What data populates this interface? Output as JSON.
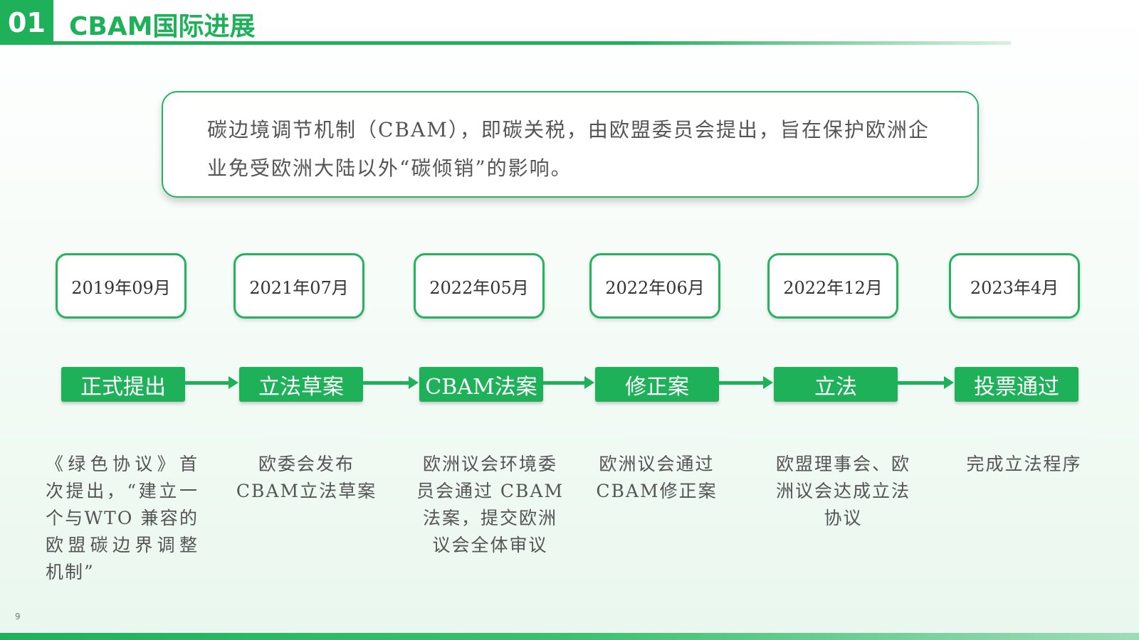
{
  "header": {
    "number": "01",
    "title": "CBAM国际进展"
  },
  "intro": {
    "text": "碳边境调节机制（CBAM），即碳关税，由欧盟委员会提出，旨在保护欧洲企业免受欧洲大陆以外“碳倾销”的影响。"
  },
  "timeline": [
    {
      "date": "2019年09月",
      "stage": "正式提出",
      "desc": "《绿色协议》首次提出，“建立一个与WTO 兼容的欧盟碳边界调整机制”"
    },
    {
      "date": "2021年07月",
      "stage": "立法草案",
      "desc": "欧委会发布CBAM立法草案"
    },
    {
      "date": "2022年05月",
      "stage": "CBAM法案",
      "desc": "欧洲议会环境委员会通过 CBAM法案，提交欧洲议会全体审议"
    },
    {
      "date": "2022年06月",
      "stage": "修正案",
      "desc": "欧洲议会通过CBAM修正案"
    },
    {
      "date": "2022年12月",
      "stage": "立法",
      "desc": "欧盟理事会、欧洲议会达成立法协议"
    },
    {
      "date": "2023年4月",
      "stage": "投票通过",
      "desc": "完成立法程序"
    }
  ],
  "footer": {
    "page_number": "9"
  },
  "colors": {
    "accent": "#1fb15a",
    "text": "#555555"
  }
}
